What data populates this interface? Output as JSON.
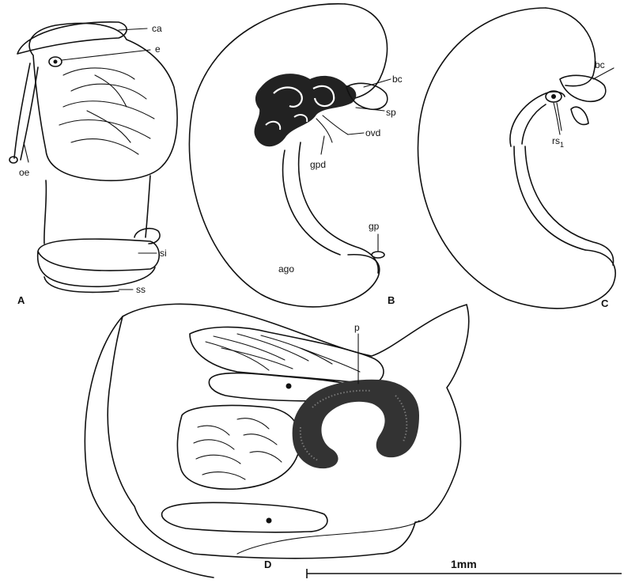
{
  "panels": {
    "a": {
      "letter": "A",
      "labels": {
        "ca": "ca",
        "e": "e",
        "oe": "oe",
        "si": "si",
        "ss": "ss"
      }
    },
    "b": {
      "letter": "B",
      "labels": {
        "bc": "bc",
        "sp": "sp",
        "ovd": "ovd",
        "gpd": "gpd",
        "gp": "gp",
        "ago": "ago"
      }
    },
    "c": {
      "letter": "C",
      "labels": {
        "bc": "bc",
        "rs": "rs",
        "rs_sub": "1"
      }
    },
    "d": {
      "letter": "D",
      "labels": {
        "p": "p"
      }
    }
  },
  "scale_bar": {
    "label": "1mm"
  },
  "colors": {
    "ink": "#111111",
    "paper": "#ffffff",
    "stipple": "#444444"
  }
}
